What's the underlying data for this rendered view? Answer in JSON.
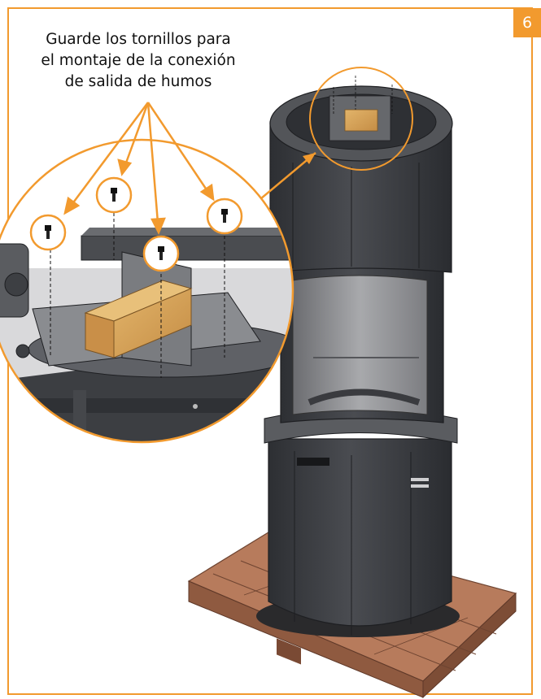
{
  "page": {
    "step_number": "6",
    "caption_lines": [
      "Guarde los tornillos para",
      "el montaje de la conexión",
      "de salida de humos"
    ]
  },
  "colors": {
    "accent": "#f29a2e",
    "stove_body": "#3c3e42",
    "pallet_wood": "#b5795a",
    "wood_block": "#d9a65a"
  },
  "icons": [
    "screw-icon",
    "callout-circle",
    "stove-illustration",
    "pallet-illustration"
  ]
}
